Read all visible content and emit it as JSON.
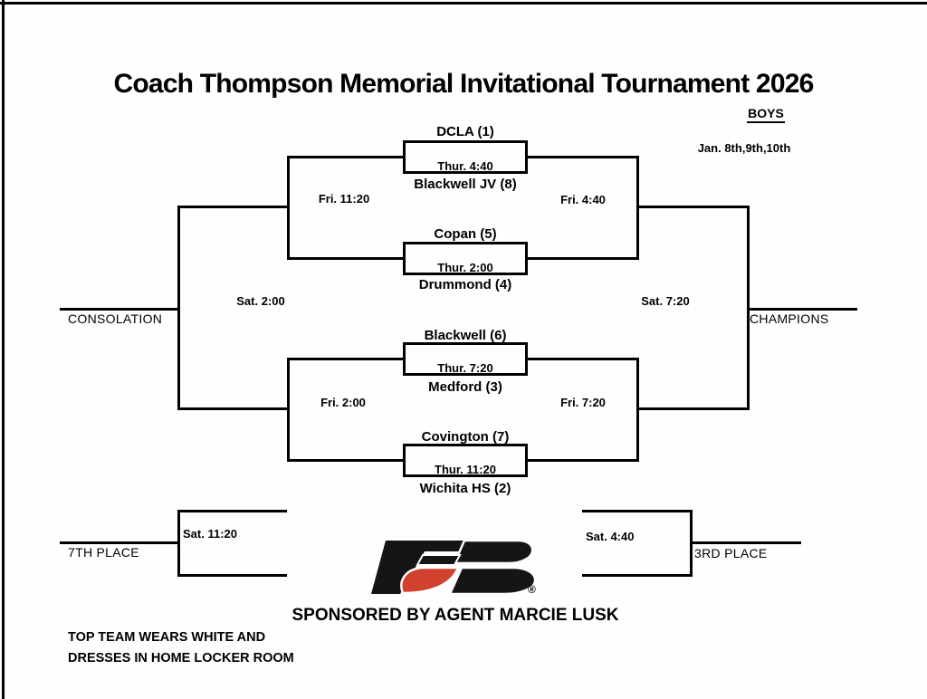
{
  "page": {
    "title": "Coach Thompson Memorial Invitational Tournament 2026",
    "division": "BOYS",
    "dates": "Jan. 8th,9th,10th"
  },
  "bracket": {
    "games": [
      {
        "top": "DCLA (1)",
        "time": "Thur. 4:40",
        "bottom": "Blackwell JV (8)"
      },
      {
        "top": "Copan (5)",
        "time": "Thur. 2:00",
        "bottom": "Drummond (4)"
      },
      {
        "top": "Blackwell (6)",
        "time": "Thur. 7:20",
        "bottom": "Medford (3)"
      },
      {
        "top": "Covington (7)",
        "time": "Thur. 11:20",
        "bottom": "Wichita HS (2)"
      }
    ],
    "semifinals": {
      "consolation_top": "Fri. 11:20",
      "championship_top": "Fri. 4:40",
      "consolation_bottom": "Fri. 2:00",
      "championship_bottom": "Fri. 7:20"
    },
    "finals": {
      "consolation_time": "Sat. 2:00",
      "consolation_label": "CONSOLATION",
      "championship_time": "Sat. 7:20",
      "championship_label": "CHAMPIONS"
    },
    "placements": {
      "seventh_time": "Sat. 11:20",
      "seventh_label": "7TH PLACE",
      "third_time": "Sat. 4:40",
      "third_label": "3RD PLACE"
    }
  },
  "footer": {
    "sponsor": "SPONSORED BY AGENT MARCIE LUSK",
    "registered_mark": "®",
    "logo": "farm-bureau-fb-logo",
    "notes": [
      "TOP TEAM WEARS WHITE AND",
      "DRESSES IN HOME LOCKER ROOM"
    ]
  },
  "colors": {
    "line": "#000000",
    "logo_black": "#151515",
    "logo_red": "#d2402e",
    "background": "#fefefe"
  }
}
